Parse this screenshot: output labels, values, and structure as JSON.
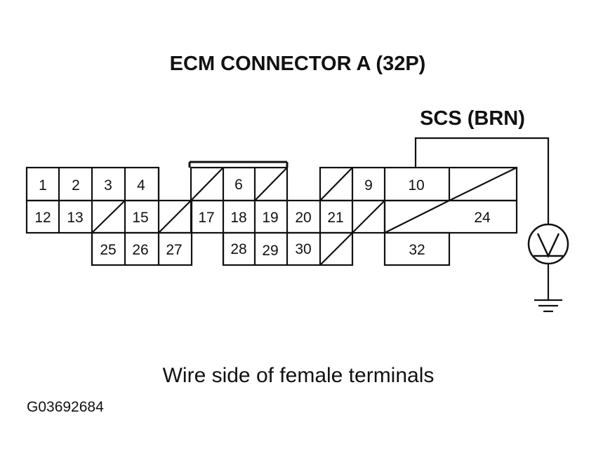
{
  "title": "ECM CONNECTOR A (32P)",
  "signal_label": "SCS (BRN)",
  "caption": "Wire side of female terminals",
  "figure_code": "G03692684",
  "pins": {
    "p1": "1",
    "p2": "2",
    "p3": "3",
    "p4": "4",
    "p6": "6",
    "p9": "9",
    "p10": "10",
    "p12": "12",
    "p13": "13",
    "p15": "15",
    "p17": "17",
    "p18": "18",
    "p19": "19",
    "p20": "20",
    "p21": "21",
    "p24": "24",
    "p25": "25",
    "p26": "26",
    "p27": "27",
    "p28": "28",
    "p29": "29",
    "p30": "30",
    "p32": "32"
  },
  "meter": {
    "icon": "voltmeter-icon",
    "ground": "ground-icon"
  }
}
